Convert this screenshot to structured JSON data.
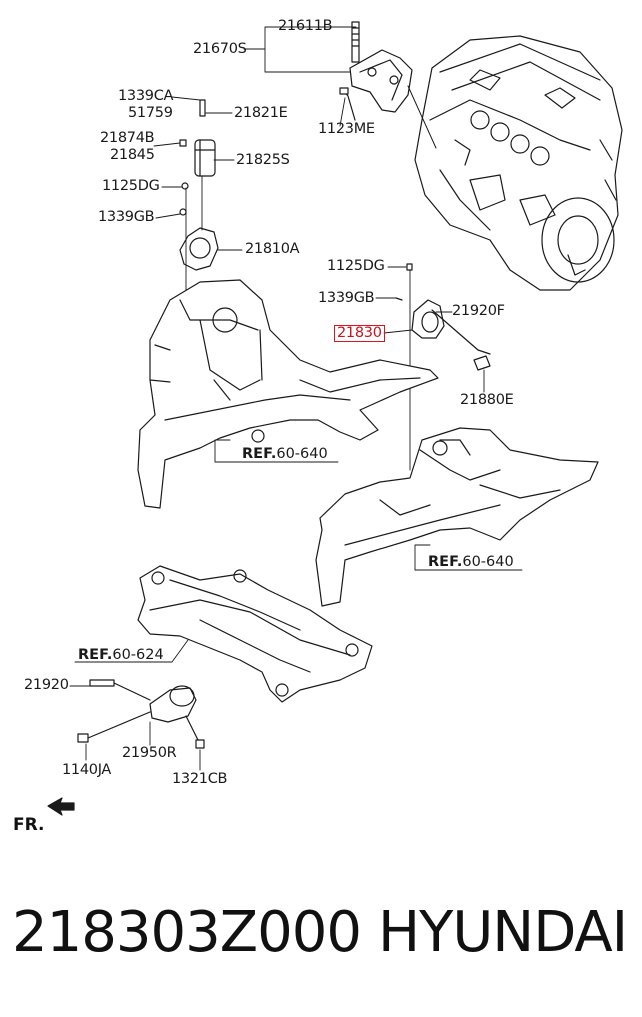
{
  "labels": {
    "l21611B": "21611B",
    "l21670S": "21670S",
    "l1123ME": "1123ME",
    "l1339CA": "1339CA",
    "l51759": "51759",
    "l21821E": "21821E",
    "l21874B": "21874B",
    "l21845": "21845",
    "l21825S": "21825S",
    "l1125DG_a": "1125DG",
    "l1339GB_a": "1339GB",
    "l21810A": "21810A",
    "l1125DG_b": "1125DG",
    "l1339GB_b": "1339GB",
    "l21920F": "21920F",
    "l21830": "21830",
    "l21880E": "21880E",
    "l21920": "21920",
    "l21950R": "21950R",
    "l1140JA": "1140JA",
    "l1321CB": "1321CB"
  },
  "refs": {
    "ref1": {
      "prefix": "REF.",
      "num": "60-640"
    },
    "ref2": {
      "prefix": "REF.",
      "num": "60-640"
    },
    "ref3": {
      "prefix": "REF.",
      "num": "60-624"
    }
  },
  "front_marker": "FR.",
  "highlight_color": "#e0141e",
  "caption": {
    "part_number": "218303Z000",
    "brand": "HYUNDAI"
  }
}
